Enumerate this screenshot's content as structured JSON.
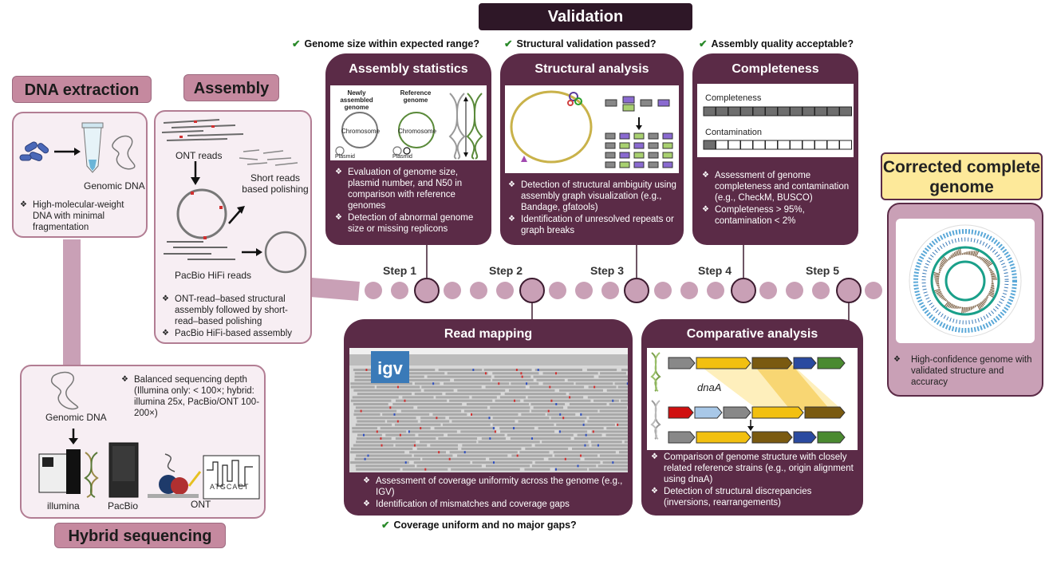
{
  "validation": {
    "title": "Validation"
  },
  "questions": {
    "q1": "Genome size within expected range?",
    "q2": "Structural validation passed?",
    "q3": "Assembly quality acceptable?",
    "q4": "Coverage uniform and no major gaps?"
  },
  "dna_extraction": {
    "title": "DNA extraction",
    "genomic_dna": "Genomic DNA",
    "bullet": "High-molecular-weight DNA with minimal fragmentation"
  },
  "assembly": {
    "title": "Assembly",
    "ont_reads": "ONT reads",
    "short_reads": "Short reads based polishing",
    "pacbio_reads": "PacBio HiFi reads",
    "bullets": [
      "ONT-read–based structural assembly followed by short-read–based polishing",
      "PacBio HiFi-based assembly"
    ]
  },
  "hybrid": {
    "title": "Hybrid sequencing",
    "genomic_dna": "Genomic DNA",
    "bullet": "Balanced sequencing depth (Illumina only: < 100×; hybrid: illumina 25x, PacBio/ONT 100-200×)",
    "illumina": "illumina",
    "pacbio": "PacBio",
    "ont": "ONT",
    "seq_text": "ATGCACT"
  },
  "assembly_stats": {
    "title": "Assembly statistics",
    "new_label": "Newly assembled genome",
    "ref_label": "Reference genome",
    "chromosome": "Chromosome",
    "plasmid": "Plasmid",
    "bullets": [
      "Evaluation of genome size, plasmid number, and N50 in comparison with reference genomes",
      "Detection of abnormal genome size or missing replicons"
    ]
  },
  "structural": {
    "title": "Structural analysis",
    "bullets": [
      "Detection of structural ambiguity using assembly graph visualization (e.g., Bandage, gfatools)",
      "Identification of unresolved repeats or graph breaks"
    ]
  },
  "completeness": {
    "title": "Completeness",
    "completeness_label": "Completeness",
    "contamination_label": "Contamination",
    "bullets": [
      "Assessment of genome completeness and contamination (e.g., CheckM, BUSCO)",
      "Completeness > 95%, contamination < 2%"
    ]
  },
  "read_mapping": {
    "title": "Read mapping",
    "logo": "igv",
    "bullets": [
      "Assessment of coverage uniformity across the genome (e.g., IGV)",
      "Identification of mismatches and coverage gaps"
    ]
  },
  "comparative": {
    "title": "Comparative analysis",
    "gene_label": "dnaA",
    "bullets": [
      "Comparison of genome structure with closely related reference strains (e.g., origin alignment using dnaA)",
      "Detection of structural discrepancies (inversions, rearrangements)"
    ]
  },
  "steps": [
    "Step 1",
    "Step 2",
    "Step 3",
    "Step 4",
    "Step 5"
  ],
  "corrected": {
    "title": "Corrected complete genome",
    "bullet": "High-confidence genome with validated structure and accuracy"
  },
  "colors": {
    "dark_panel": "#5b2b47",
    "pink_label": "#c5899f",
    "pink_bg": "#f7eef3",
    "dot": "#c9a0b6",
    "yellow_label": "#fde99a"
  }
}
